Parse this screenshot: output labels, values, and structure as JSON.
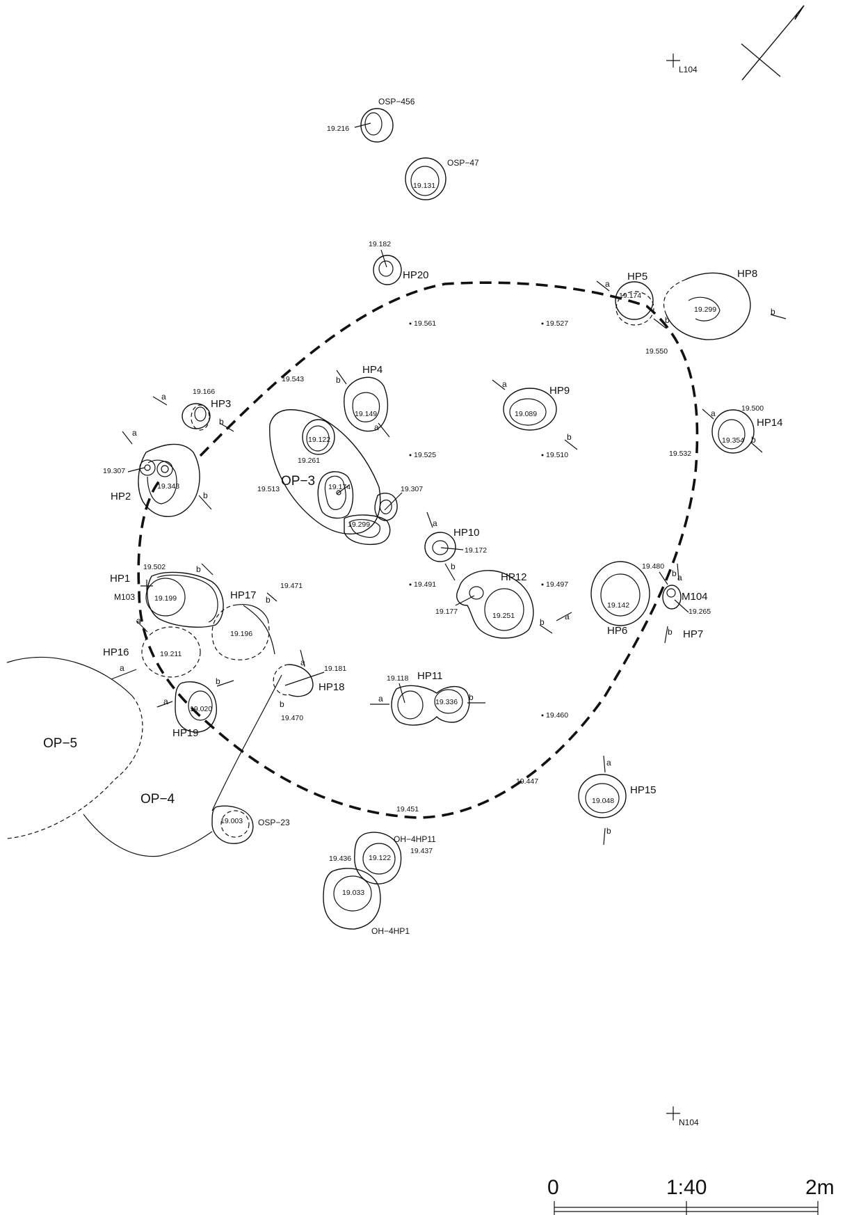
{
  "features": {
    "HP1": "HP1",
    "HP2": "HP2",
    "HP3": "HP3",
    "HP4": "HP4",
    "HP5": "HP5",
    "HP6": "HP6",
    "HP7": "HP7",
    "HP8": "HP8",
    "HP9": "HP9",
    "HP10": "HP10",
    "HP11": "HP11",
    "HP12": "HP12",
    "HP14": "HP14",
    "HP15": "HP15",
    "HP16": "HP16",
    "HP17": "HP17",
    "HP18": "HP18",
    "HP19": "HP19",
    "HP20": "HP20",
    "OP3": "OP−3",
    "OP4": "OP−4",
    "OP5": "OP−5",
    "OSP456": "OSP−456",
    "OSP47": "OSP−47",
    "OSP23": "OSP−23",
    "OH4HP11": "OH−4HP11",
    "OH4HP1": "OH−4HP1"
  },
  "grid_points": {
    "L104": "L104",
    "N104": "N104",
    "M103": "M103",
    "M104": "M104"
  },
  "elevations": {
    "e19216": "19.216",
    "e19131": "19.131",
    "e19182": "19.182",
    "e19174a": "19.174",
    "e19299a": "19.299",
    "e19561": "19.561",
    "e19527": "19.527",
    "e19550": "19.550",
    "e19543": "19.543",
    "e19166": "19.166",
    "e19149": "19.149",
    "e19089": "19.089",
    "e19500": "19.500",
    "e19354": "19.354",
    "e19122a": "19.122",
    "e19261": "19.261",
    "e19525": "19.525",
    "e19510": "19.510",
    "e19532": "19.532",
    "e19307a": "19.307",
    "e19343": "19.343",
    "e19513": "19.513",
    "e19174b": "19.174",
    "e19307b": "19.307",
    "e19299b": "19.299",
    "e19172": "19.172",
    "e19502": "19.502",
    "e19199": "19.199",
    "e19471": "19.471",
    "e19491": "19.491",
    "e19177": "19.177",
    "e19251": "19.251",
    "e19497": "19.497",
    "e19480": "19.480",
    "e19142": "19.142",
    "e19265": "19.265",
    "e19196": "19.196",
    "e19211": "19.211",
    "e19181": "19.181",
    "e19118": "19.118",
    "e19336": "19.336",
    "e19020": "19.020",
    "e19470": "19.470",
    "e19460": "19.460",
    "e19447": "19.447",
    "e19048": "19.048",
    "e19451": "19.451",
    "e19003": "19.003",
    "e19436": "19.436",
    "e19122b": "19.122",
    "e19437": "19.437",
    "e19033": "19.033"
  },
  "section_marks": {
    "a": "a",
    "b": "b"
  },
  "scale": {
    "zero": "0",
    "ratio": "1:40",
    "end": "2m"
  }
}
